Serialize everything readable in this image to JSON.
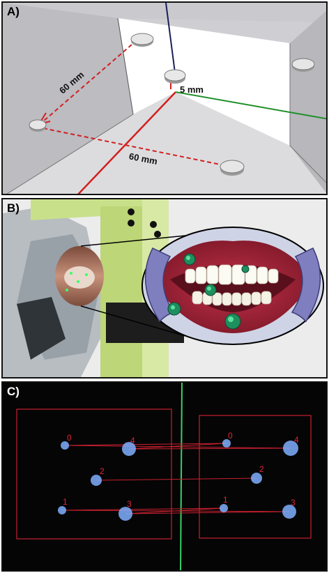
{
  "panels": {
    "a": {
      "label": "A)",
      "dims": {
        "diag": "60 mm",
        "vertical": "5 mm",
        "horizontal": "60 mm"
      }
    },
    "b": {
      "label": "B)"
    },
    "c": {
      "label": "C)",
      "marker_ids": [
        "0",
        "4",
        "2",
        "1",
        "3"
      ]
    }
  },
  "colors": {
    "red_line": "#d21f1f",
    "green_line": "#1f8f2a",
    "navy_wire": "#1a1f5a",
    "overlay_red": "#c8202f",
    "overlay_green": "#36d26a",
    "marker_blue": "#7fb0ff"
  }
}
